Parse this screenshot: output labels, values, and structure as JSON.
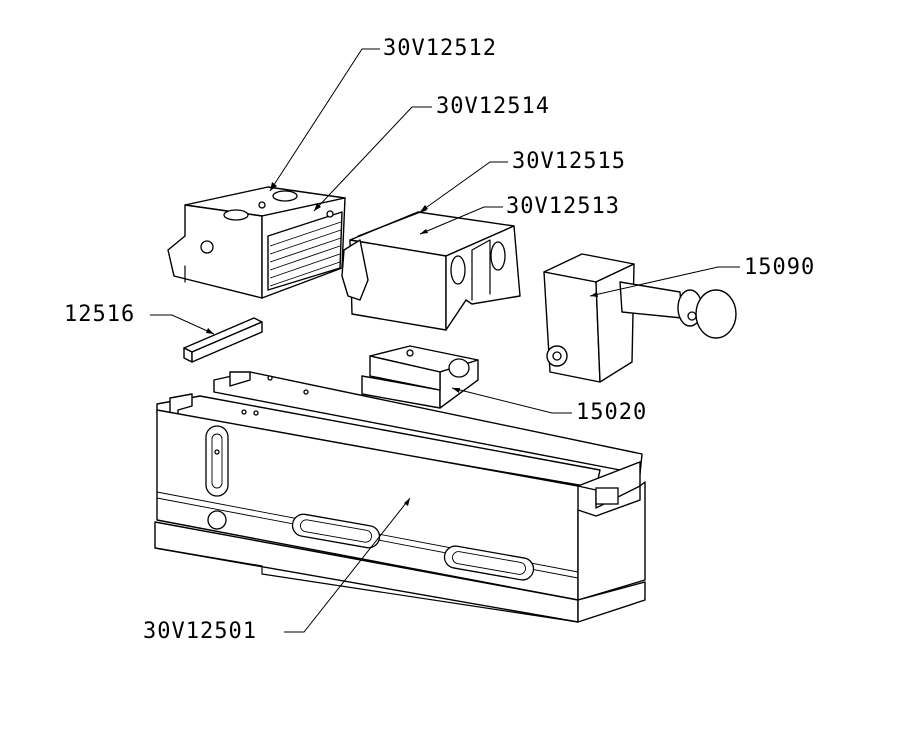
{
  "callouts": [
    {
      "id": "jaw-1",
      "part": "30V12512"
    },
    {
      "id": "jaw-insert",
      "part": "30V12514"
    },
    {
      "id": "jaw-2-insert",
      "part": "30V12515"
    },
    {
      "id": "jaw-2",
      "part": "30V12513"
    },
    {
      "id": "screw-block",
      "part": "15090"
    },
    {
      "id": "key",
      "part": "12516"
    },
    {
      "id": "nut",
      "part": "15020"
    },
    {
      "id": "body",
      "part": "30V12501"
    }
  ],
  "colors": {
    "line": "#000000",
    "background": "#ffffff"
  }
}
